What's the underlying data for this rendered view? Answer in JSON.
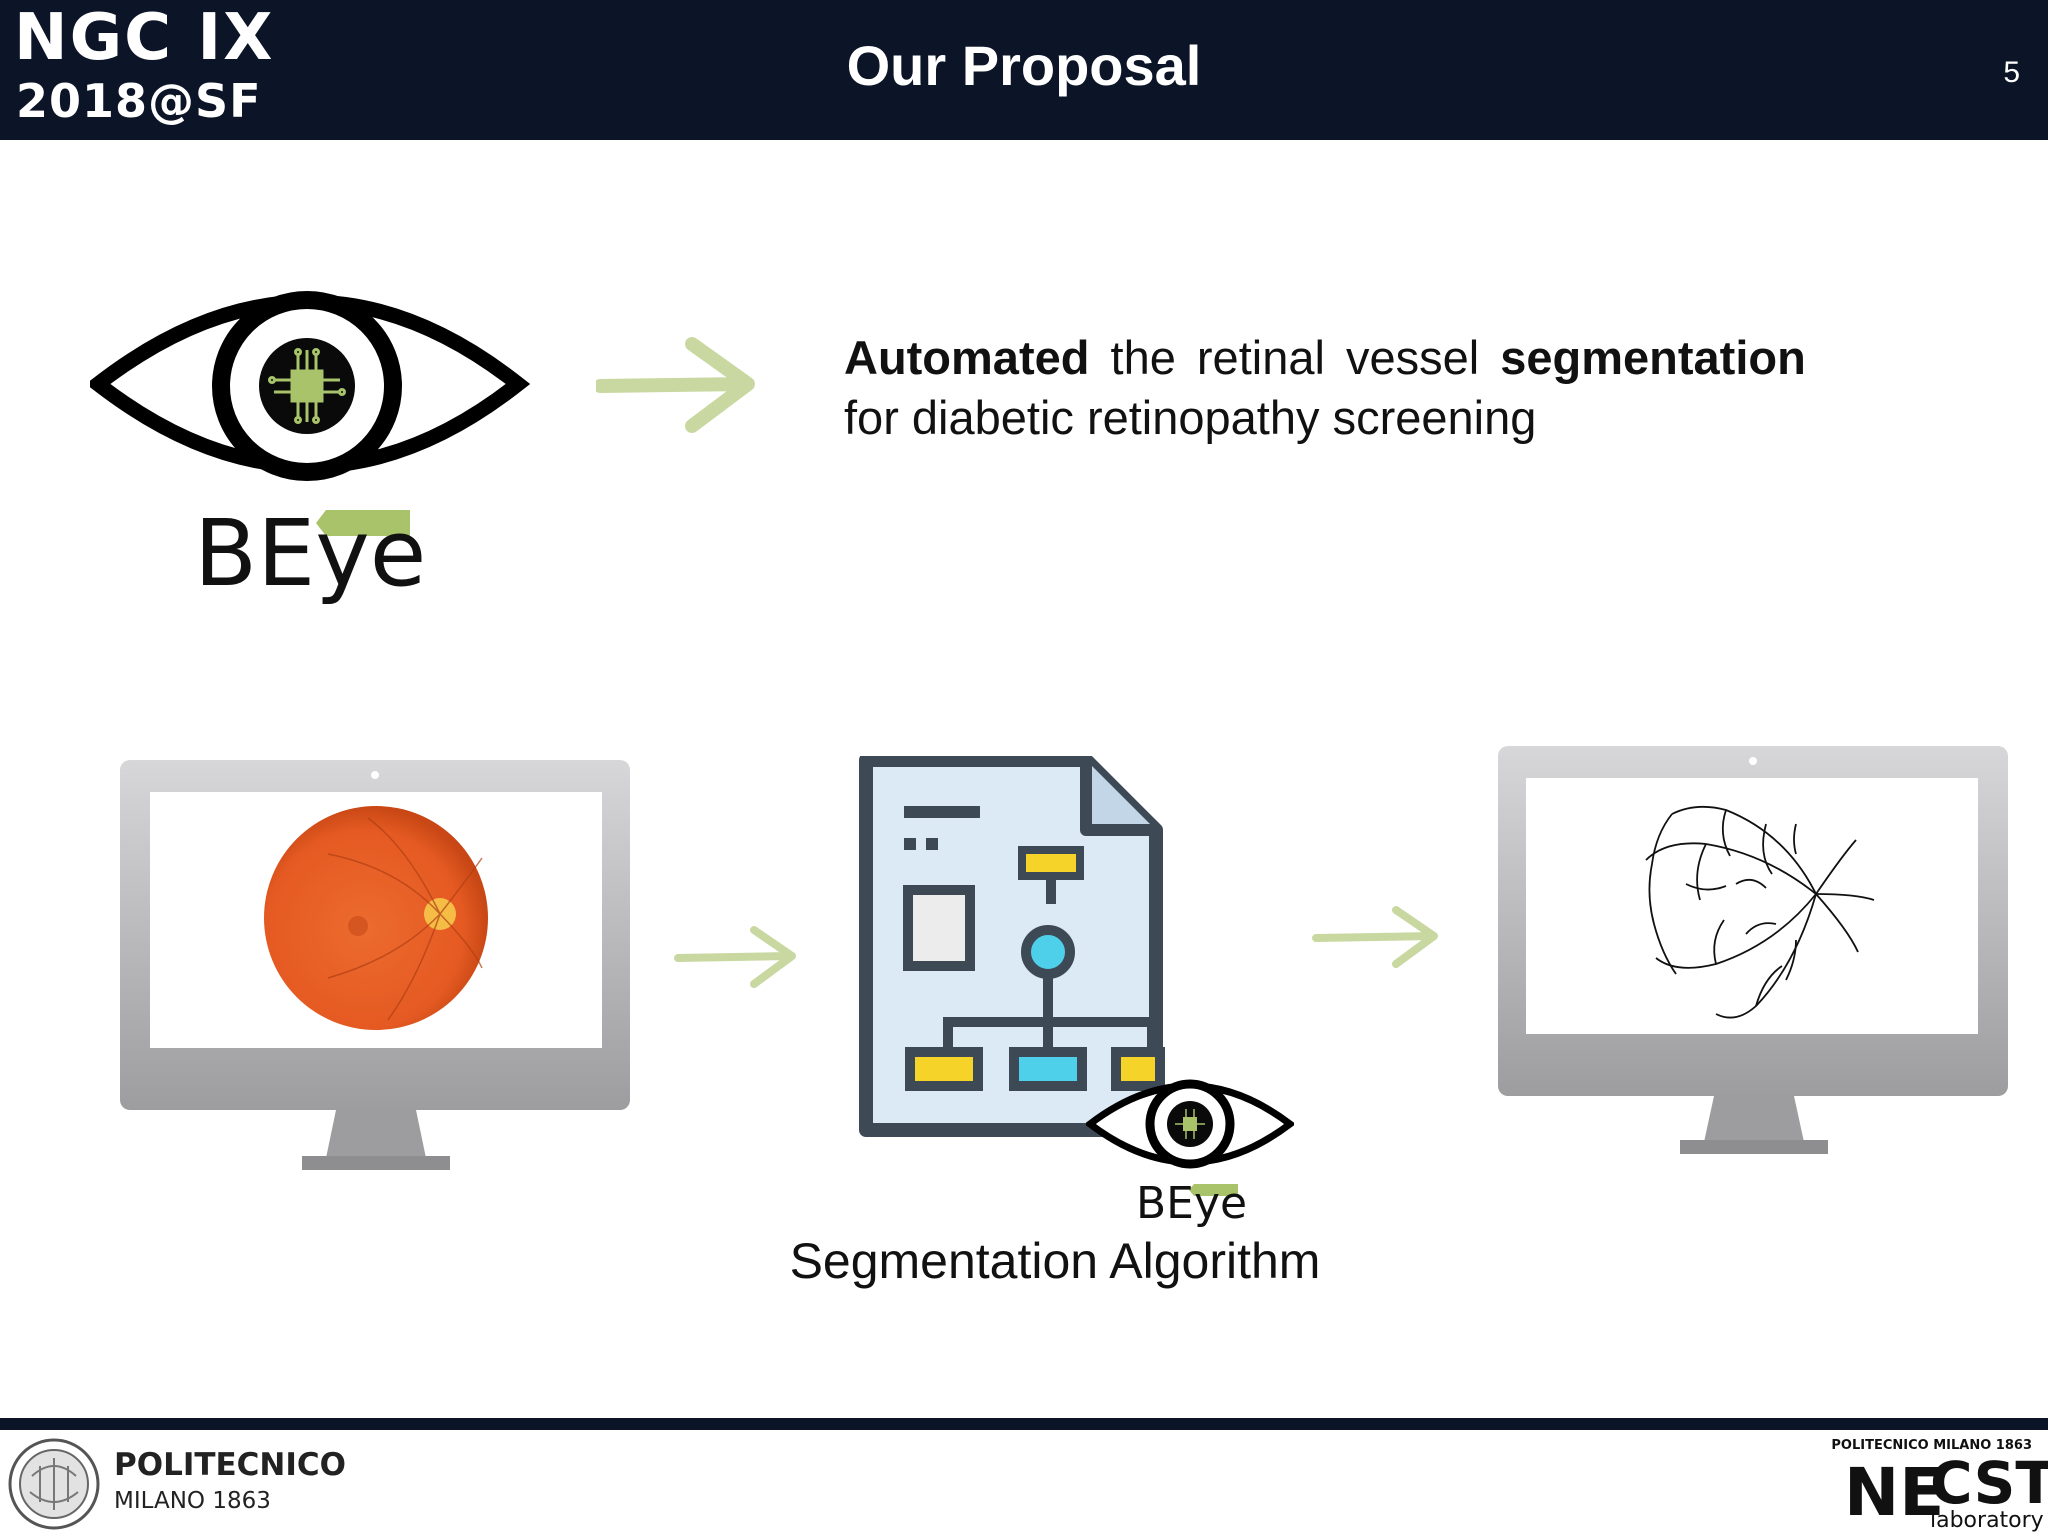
{
  "header": {
    "conference_name": "NGC IX",
    "conference_year": "2018@SF",
    "title": "Our Proposal",
    "page_number": "5"
  },
  "main": {
    "logo": {
      "text": "BEye",
      "tab_color": "#a8c36a"
    },
    "description": {
      "line1_bold_start": "Automated",
      "line1_middle": " the retinal vessel ",
      "line1_bold_end": "segmentation",
      "line2": "for diabetic retinopathy screening"
    },
    "pipeline": {
      "algorithm_label": "Segmentation Algorithm",
      "small_logo_text": "BEye"
    }
  },
  "footer": {
    "left_logo_name": "POLITECNICO",
    "left_logo_sub": "MILANO 1863",
    "right_logo_top": "POLITECNICO MILANO 1863",
    "right_logo_ne": "NE",
    "right_logo_cst": "CST",
    "right_logo_lab": "laboratory"
  },
  "colors": {
    "header_bg": "#0c1427",
    "arrow_green": "#c8d8a0",
    "logo_green": "#a8c36a",
    "retina_orange": "#e8622a",
    "doc_fill": "#dceaf5",
    "doc_stroke": "#3d4a55",
    "doc_yellow": "#f5d328",
    "doc_cyan": "#4fd0ea"
  },
  "icons": [
    "eye-icon",
    "chip-icon",
    "arrow-right-icon",
    "monitor-icon",
    "retina-image",
    "document-flowchart-icon",
    "vessel-map-image",
    "university-seal-icon"
  ]
}
